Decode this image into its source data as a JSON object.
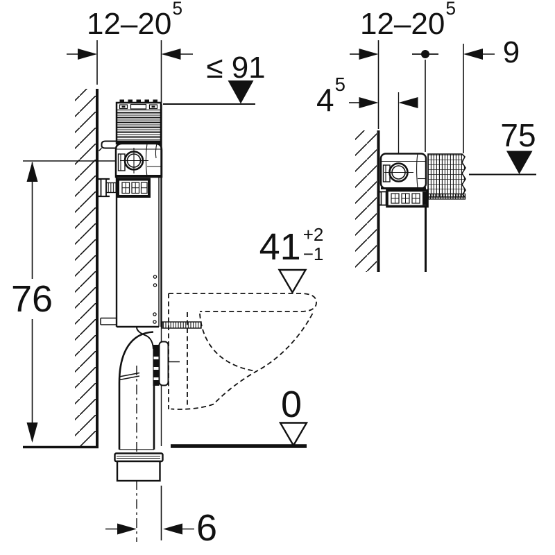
{
  "colors": {
    "ink": "#111111",
    "background": "#ffffff"
  },
  "left_view": {
    "wall_offset": {
      "value": "12–20",
      "sup": "5"
    },
    "max_frame_height": "≤ 91",
    "flush_bend_height": "76",
    "pan_connection": {
      "value": "41",
      "tol_plus": "+2",
      "tol_minus": "−1"
    },
    "floor_level": "0",
    "outlet_to_front": "6"
  },
  "right_view": {
    "wall_offset": {
      "value": "12–20",
      "sup": "5"
    },
    "front_layer_thickness": "9",
    "pipe_center_offset": {
      "value": "4",
      "sup": "5"
    },
    "actuator_height": "75"
  }
}
